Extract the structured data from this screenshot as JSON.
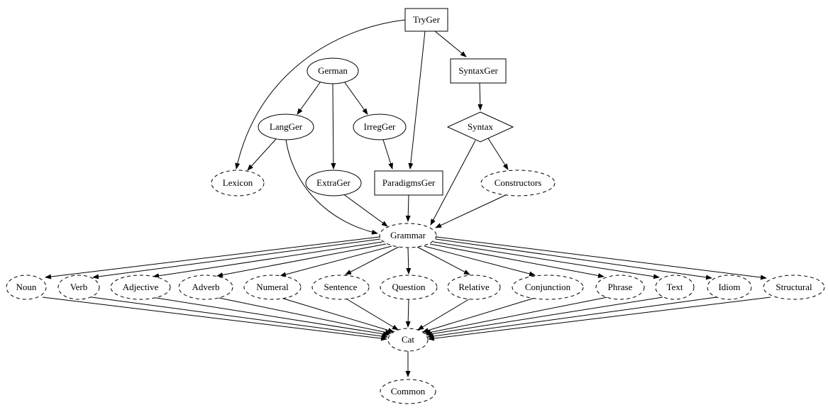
{
  "diagram": {
    "type": "directed-dependency-graph",
    "nodes": {
      "TryGer": {
        "label": "TryGer",
        "shape": "box",
        "style": "solid"
      },
      "SyntaxGer": {
        "label": "SyntaxGer",
        "shape": "box",
        "style": "solid"
      },
      "German": {
        "label": "German",
        "shape": "ellipse",
        "style": "solid"
      },
      "LangGer": {
        "label": "LangGer",
        "shape": "ellipse",
        "style": "solid"
      },
      "IrregGer": {
        "label": "IrregGer",
        "shape": "ellipse",
        "style": "solid"
      },
      "Syntax": {
        "label": "Syntax",
        "shape": "diamond",
        "style": "solid"
      },
      "Lexicon": {
        "label": "Lexicon",
        "shape": "ellipse",
        "style": "dashed"
      },
      "ExtraGer": {
        "label": "ExtraGer",
        "shape": "ellipse",
        "style": "solid"
      },
      "ParadigmsGer": {
        "label": "ParadigmsGer",
        "shape": "box",
        "style": "solid"
      },
      "Constructors": {
        "label": "Constructors",
        "shape": "ellipse",
        "style": "dashed"
      },
      "Grammar": {
        "label": "Grammar",
        "shape": "ellipse",
        "style": "dashed"
      },
      "Noun": {
        "label": "Noun",
        "shape": "ellipse",
        "style": "dashed"
      },
      "Verb": {
        "label": "Verb",
        "shape": "ellipse",
        "style": "dashed"
      },
      "Adjective": {
        "label": "Adjective",
        "shape": "ellipse",
        "style": "dashed"
      },
      "Adverb": {
        "label": "Adverb",
        "shape": "ellipse",
        "style": "dashed"
      },
      "Numeral": {
        "label": "Numeral",
        "shape": "ellipse",
        "style": "dashed"
      },
      "Sentence": {
        "label": "Sentence",
        "shape": "ellipse",
        "style": "dashed"
      },
      "Question": {
        "label": "Question",
        "shape": "ellipse",
        "style": "dashed"
      },
      "Relative": {
        "label": "Relative",
        "shape": "ellipse",
        "style": "dashed"
      },
      "Conjunction": {
        "label": "Conjunction",
        "shape": "ellipse",
        "style": "dashed"
      },
      "Phrase": {
        "label": "Phrase",
        "shape": "ellipse",
        "style": "dashed"
      },
      "Text": {
        "label": "Text",
        "shape": "ellipse",
        "style": "dashed"
      },
      "Idiom": {
        "label": "Idiom",
        "shape": "ellipse",
        "style": "dashed"
      },
      "Structural": {
        "label": "Structural",
        "shape": "ellipse",
        "style": "dashed"
      },
      "Cat": {
        "label": "Cat",
        "shape": "ellipse",
        "style": "dashed"
      },
      "Common": {
        "label": "Common",
        "shape": "ellipse",
        "style": "dashed"
      }
    },
    "edges": [
      [
        "TryGer",
        "Lexicon"
      ],
      [
        "TryGer",
        "SyntaxGer"
      ],
      [
        "TryGer",
        "ParadigmsGer"
      ],
      [
        "German",
        "LangGer"
      ],
      [
        "German",
        "IrregGer"
      ],
      [
        "German",
        "ExtraGer"
      ],
      [
        "LangGer",
        "Lexicon"
      ],
      [
        "LangGer",
        "Grammar"
      ],
      [
        "IrregGer",
        "ParadigmsGer"
      ],
      [
        "SyntaxGer",
        "Syntax"
      ],
      [
        "Syntax",
        "Constructors"
      ],
      [
        "Syntax",
        "Grammar"
      ],
      [
        "ExtraGer",
        "Grammar"
      ],
      [
        "ParadigmsGer",
        "Grammar"
      ],
      [
        "Constructors",
        "Grammar"
      ],
      [
        "Grammar",
        "Noun"
      ],
      [
        "Grammar",
        "Verb"
      ],
      [
        "Grammar",
        "Adjective"
      ],
      [
        "Grammar",
        "Adverb"
      ],
      [
        "Grammar",
        "Numeral"
      ],
      [
        "Grammar",
        "Sentence"
      ],
      [
        "Grammar",
        "Question"
      ],
      [
        "Grammar",
        "Relative"
      ],
      [
        "Grammar",
        "Conjunction"
      ],
      [
        "Grammar",
        "Phrase"
      ],
      [
        "Grammar",
        "Text"
      ],
      [
        "Grammar",
        "Idiom"
      ],
      [
        "Grammar",
        "Structural"
      ],
      [
        "Noun",
        "Cat"
      ],
      [
        "Verb",
        "Cat"
      ],
      [
        "Adjective",
        "Cat"
      ],
      [
        "Adverb",
        "Cat"
      ],
      [
        "Numeral",
        "Cat"
      ],
      [
        "Sentence",
        "Cat"
      ],
      [
        "Question",
        "Cat"
      ],
      [
        "Relative",
        "Cat"
      ],
      [
        "Conjunction",
        "Cat"
      ],
      [
        "Phrase",
        "Cat"
      ],
      [
        "Text",
        "Cat"
      ],
      [
        "Idiom",
        "Cat"
      ],
      [
        "Structural",
        "Cat"
      ],
      [
        "Cat",
        "Common"
      ]
    ]
  }
}
